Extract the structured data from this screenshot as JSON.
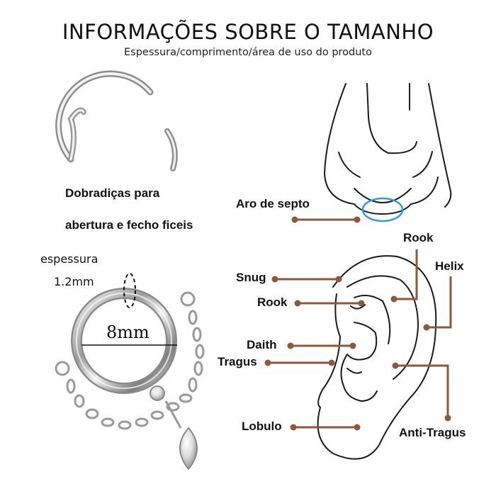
{
  "header": {
    "title": "INFORMAÇÕES SOBRE O TAMANHO",
    "subtitle": "Espessura/comprimento/área de uso do produto"
  },
  "feature": {
    "line1": "Dobradiças para",
    "line2": "abertura e fecho ficeis"
  },
  "specs": {
    "thickness_label": "espessura",
    "thickness_value": "1.2mm",
    "diameter": "8mm"
  },
  "nose": {
    "label": "Aro de septo"
  },
  "ear": {
    "labels": {
      "rook_top": "Rook",
      "helix": "Helix",
      "snug": "Snug",
      "rook": "Rook",
      "daith": "Daith",
      "tragus": "Tragus",
      "lobulo": "Lobulo",
      "anti_tragus": "Anti-Tragus"
    }
  },
  "colors": {
    "pointer": "#8b5a3c",
    "septum_ring": "#2f9bd8",
    "line_art": "#1a1a1a"
  }
}
